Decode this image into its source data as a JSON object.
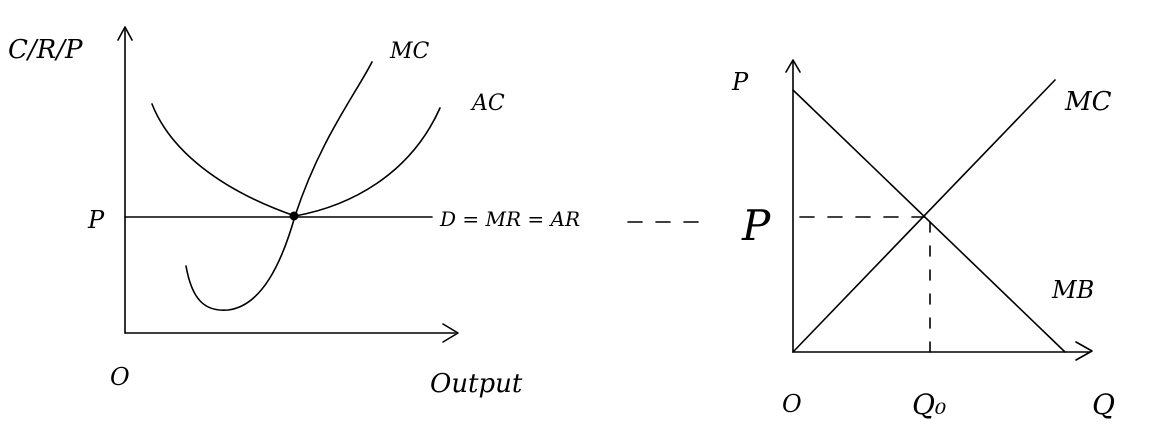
{
  "left_panel": {
    "y_axis_label": "C/R/P",
    "x_axis_label": "Output",
    "origin_label": "O",
    "price_label": "P",
    "mc_label": "MC",
    "ac_label": "AC",
    "demand_label": "D = MR = AR"
  },
  "right_panel": {
    "y_axis_label": "P",
    "x_axis_label": "Q",
    "origin_label": "O",
    "price_label": "P",
    "mc_label": "MC",
    "mb_label": "MB",
    "quantity_label": "Q₀"
  }
}
